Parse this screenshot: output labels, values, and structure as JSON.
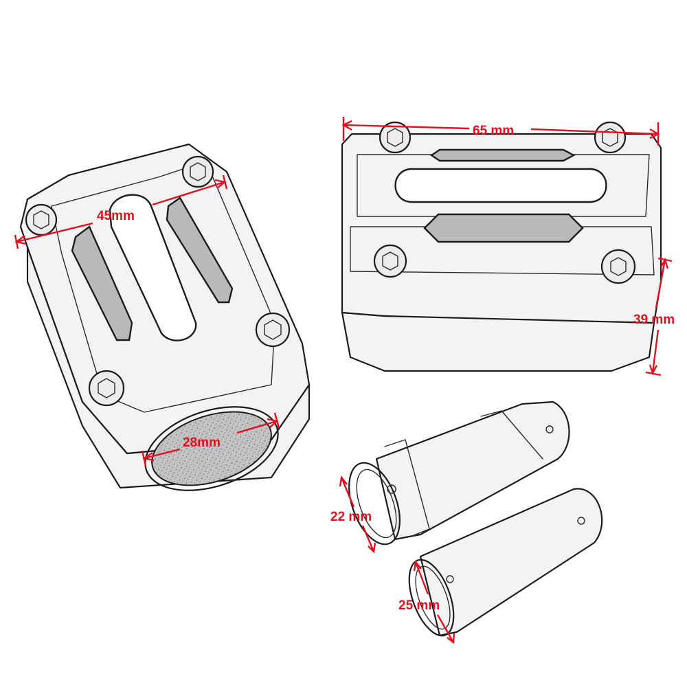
{
  "colors": {
    "dimension": "#e01020",
    "outline": "#1c1c1c",
    "surface": "#f3f3f3",
    "texture": "#b9b9b9"
  },
  "labels": {
    "width_45": "45mm",
    "width_65": "65 mm",
    "height_39": "39 mm",
    "hole_28": "28mm",
    "sleeve_22": "22 mm",
    "sleeve_25": "25 mm"
  }
}
